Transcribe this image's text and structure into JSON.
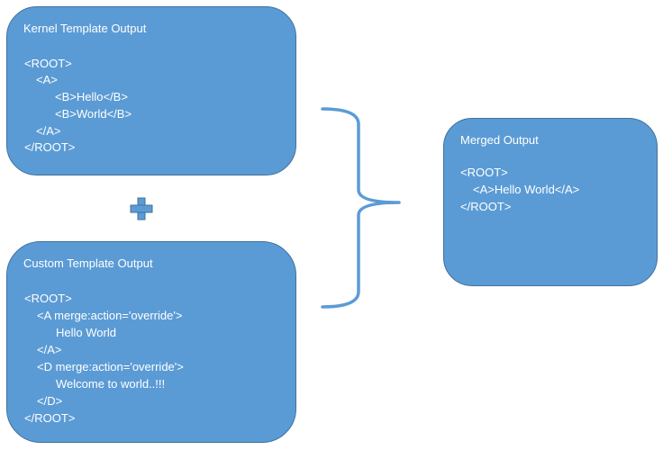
{
  "kernel": {
    "title": "Kernel Template Output",
    "lines": [
      "<ROOT>",
      "<A>",
      "<B>Hello</B>",
      "<B>World</B>",
      "</A>",
      "</ROOT>"
    ]
  },
  "custom": {
    "title": "Custom Template Output",
    "lines": [
      "<ROOT>",
      "<A merge:action='override'>",
      "Hello World",
      "</A>",
      "<D merge:action='override'>",
      "Welcome to world..!!!",
      "</D>",
      "</ROOT>"
    ]
  },
  "merged": {
    "title": "Merged Output",
    "lines": [
      "<ROOT>",
      "<A>Hello World</A>",
      "</ROOT>"
    ]
  },
  "colors": {
    "box_fill": "#5b9bd5",
    "box_border": "#41719c",
    "brace": "#5b9bd5",
    "text": "#ffffff"
  },
  "icons": {
    "plus": "plus-icon",
    "brace": "curly-brace-icon"
  }
}
